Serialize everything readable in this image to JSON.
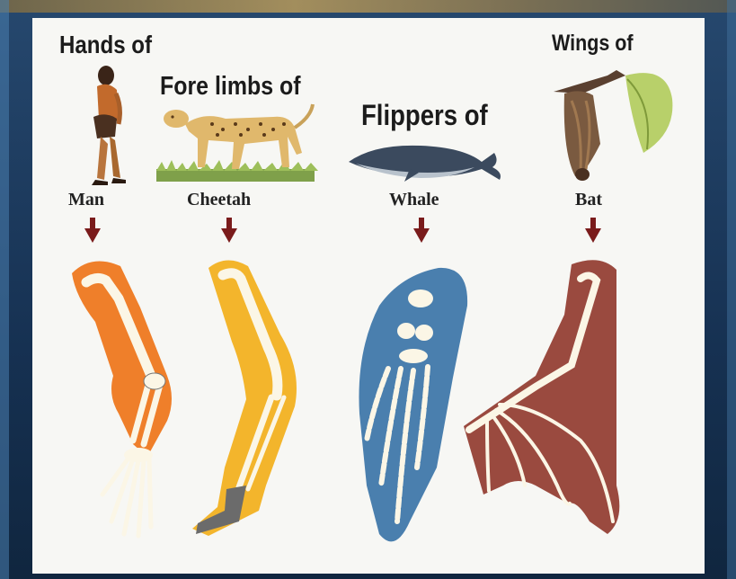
{
  "panels": [
    {
      "title": "Hands of",
      "name": "Man"
    },
    {
      "title": "Fore limbs of",
      "name": "Cheetah"
    },
    {
      "title": "Flippers of",
      "name": "Whale"
    },
    {
      "title": "Wings of",
      "name": "Bat"
    }
  ],
  "colors": {
    "arrow": "#7a1b1b",
    "man_limb": "#ef7f2a",
    "cheetah_limb": "#f3b52c",
    "whale_limb": "#4a7fae",
    "bat_limb": "#9a4a3f",
    "bone": "#fbf6e6"
  },
  "icons": [
    "man-figure-icon",
    "cheetah-figure-icon",
    "whale-figure-icon",
    "bat-figure-icon",
    "down-arrow-icon"
  ]
}
